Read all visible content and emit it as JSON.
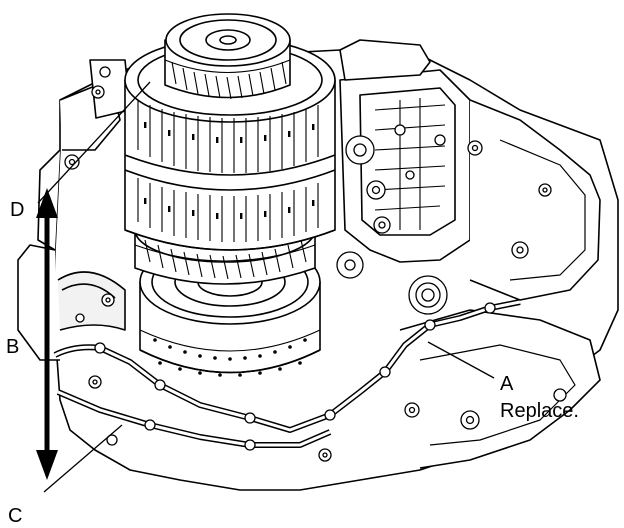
{
  "callouts": {
    "a": "A",
    "a_note": "Replace.",
    "b": "B",
    "c": "C",
    "d": "D"
  },
  "colors": {
    "ink": "#000000",
    "paper": "#ffffff",
    "shade": "#e6e6e6"
  }
}
